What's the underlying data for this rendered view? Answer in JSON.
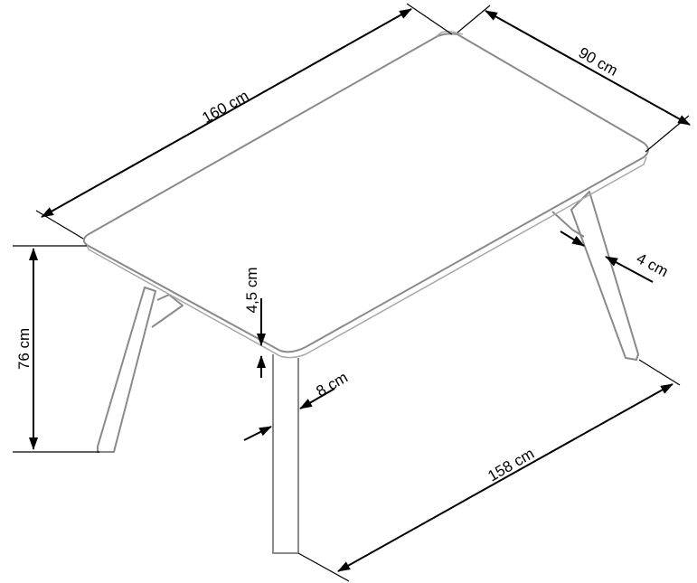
{
  "dimensions": {
    "length": "160 cm",
    "width": "90 cm",
    "height": "76 cm",
    "top_thickness": "4,5 cm",
    "leg_width": "8 cm",
    "leg_depth": "4 cm",
    "leg_span": "158 cm"
  }
}
